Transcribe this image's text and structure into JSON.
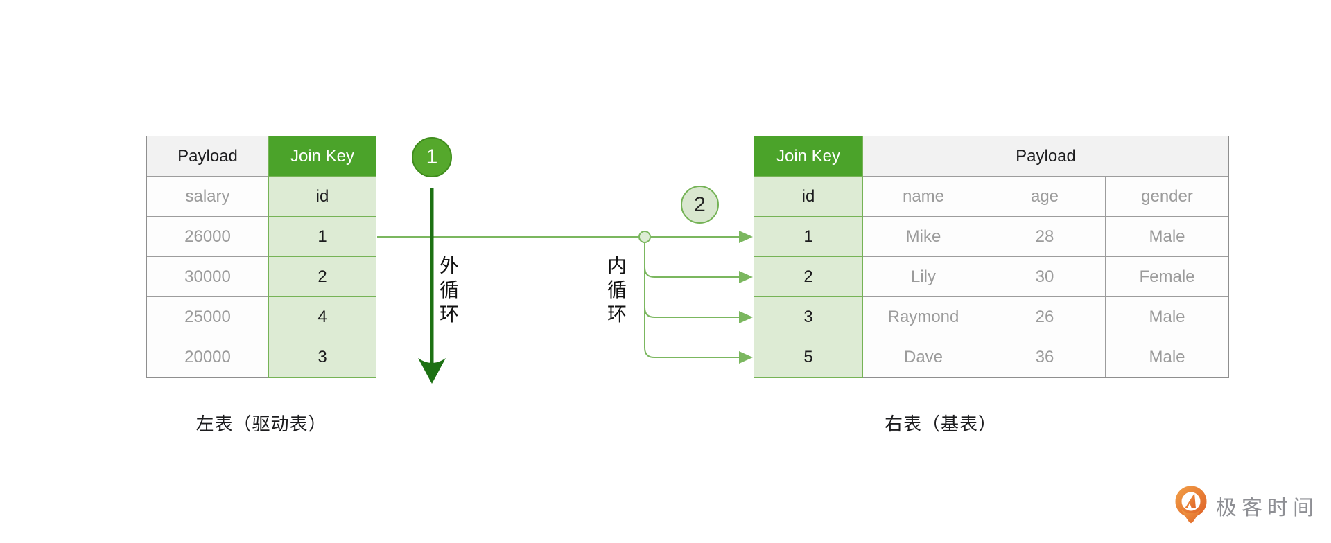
{
  "left_table": {
    "label": "左表（驱动表）",
    "payload_header": "Payload",
    "join_header": "Join Key",
    "payload_cells": [
      "salary",
      "26000",
      "30000",
      "25000",
      "20000"
    ],
    "join_cells": [
      "id",
      "1",
      "2",
      "4",
      "3"
    ]
  },
  "right_table": {
    "label": "右表（基表）",
    "join_header": "Join Key",
    "payload_header": "Payload",
    "join_cells": [
      "id",
      "1",
      "2",
      "3",
      "5"
    ],
    "rows": [
      [
        "name",
        "age",
        "gender"
      ],
      [
        "Mike",
        "28",
        "Male"
      ],
      [
        "Lily",
        "30",
        "Female"
      ],
      [
        "Raymond",
        "26",
        "Male"
      ],
      [
        "Dave",
        "36",
        "Male"
      ]
    ]
  },
  "annotations": {
    "step1": "1",
    "step2": "2",
    "outer_loop": "外\n循\n环",
    "inner_loop": "内\n循\n环"
  },
  "footer": {
    "brand": "极客时间"
  },
  "colors": {
    "header_green": "#4ba32a",
    "cell_green": "#ddebd4",
    "border_green": "#76b356",
    "connector_green": "#7bb75f",
    "dark_arrow_green": "#1d7113",
    "step1_fill": "#55a82c",
    "step2_fill": "#d9e7cf",
    "gray_text": "#9b9b9b",
    "brand_orange": "#e87f35"
  }
}
